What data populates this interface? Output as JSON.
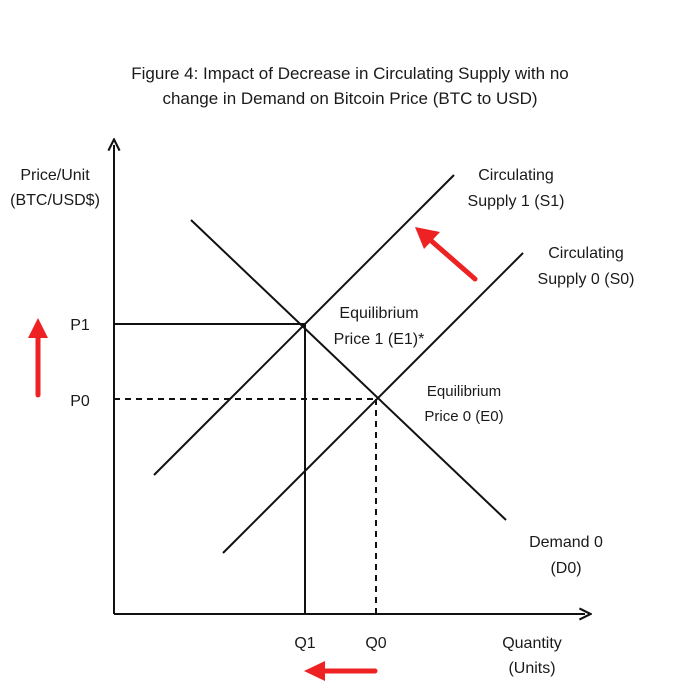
{
  "title": {
    "line1": "Figure 4: Impact of Decrease in Circulating Supply with no",
    "line2": "change in Demand on Bitcoin Price (BTC to USD)"
  },
  "axes": {
    "y_label_line1": "Price/Unit",
    "y_label_line2": "(BTC/USD$)",
    "x_label_line1": "Quantity",
    "x_label_line2": "(Units)"
  },
  "ticks": {
    "p1": "P1",
    "p0": "P0",
    "q1": "Q1",
    "q0": "Q0"
  },
  "curves": {
    "s1_line1": "Circulating",
    "s1_line2": "Supply 1 (S1)",
    "s0_line1": "Circulating",
    "s0_line2": "Supply 0 (S0)",
    "d0_line1": "Demand 0",
    "d0_line2": "(D0)"
  },
  "equilibria": {
    "e1_line1": "Equilibrium",
    "e1_line2": "Price 1 (E1)*",
    "e0_line1": "Equilibrium",
    "e0_line2": "Price 0 (E0)"
  },
  "colors": {
    "line": "#111111",
    "arrow": "#ee2222",
    "text": "#1a1a1a"
  },
  "indicators": {
    "supply_shift_arrow": "arrow-up-left-icon",
    "price_arrow": "arrow-up-icon",
    "quantity_arrow": "arrow-left-icon"
  }
}
